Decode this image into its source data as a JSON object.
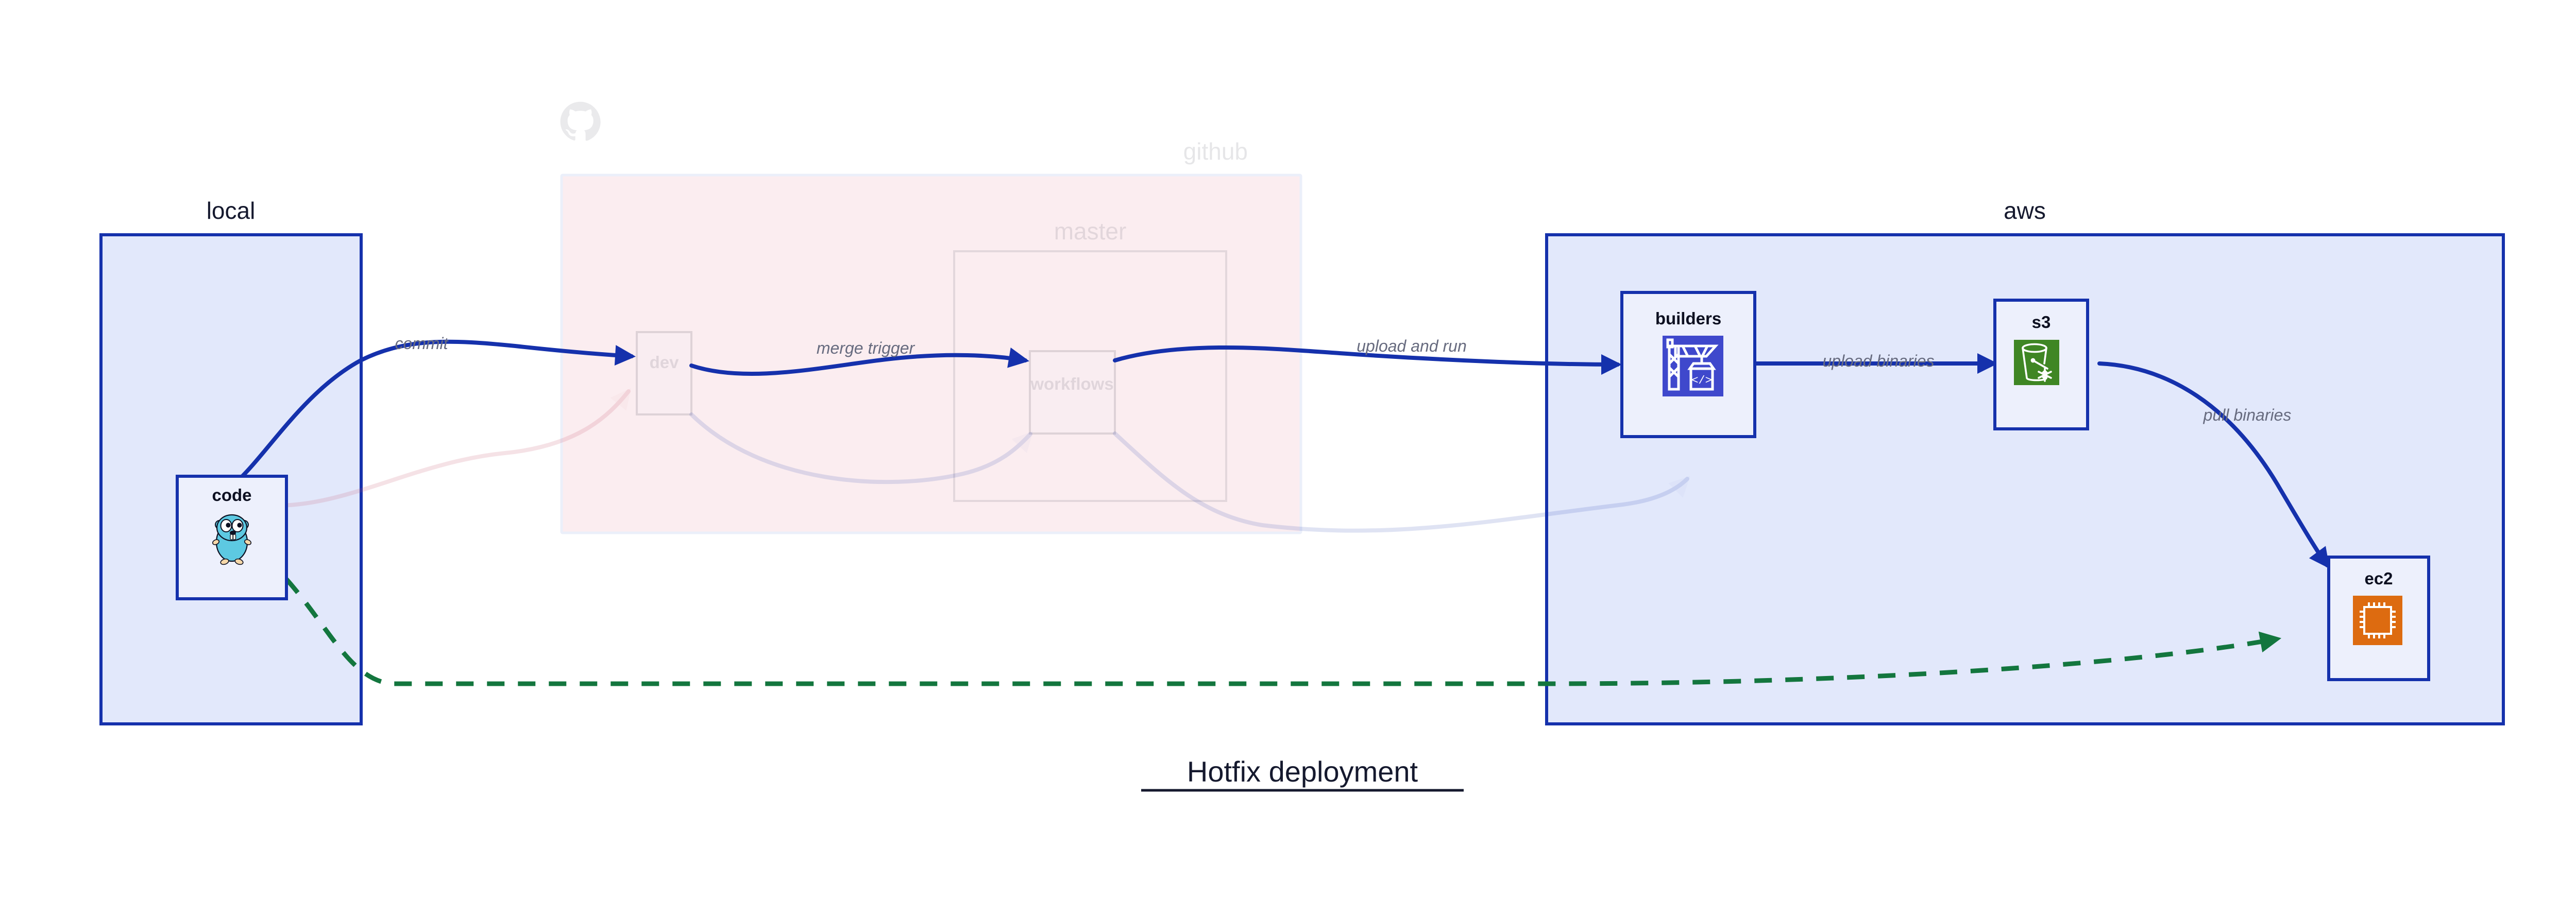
{
  "diagram": {
    "title": "Hotfix deployment",
    "background_color": "#ffffff"
  },
  "groups": [
    {
      "id": "local",
      "label": "local",
      "state": "active",
      "fill": "#e2e8fb",
      "stroke": "#1531ac"
    },
    {
      "id": "github",
      "label": "github",
      "state": "ghost",
      "fill": "#fae3e8",
      "stroke": "#e0e6f7",
      "icon": "github-octocat-icon",
      "subgroups": [
        {
          "id": "master",
          "label": "master",
          "state": "ghost"
        }
      ]
    },
    {
      "id": "aws",
      "label": "aws",
      "state": "active",
      "fill": "#e2e8fb",
      "stroke": "#1531ac"
    }
  ],
  "nodes": [
    {
      "id": "code",
      "label": "code",
      "group": "local",
      "state": "active",
      "icon": "go-gopher-icon"
    },
    {
      "id": "dev",
      "label": "dev",
      "group": "github",
      "state": "ghost",
      "icon": "none"
    },
    {
      "id": "workflows",
      "label": "workflows",
      "group": "master",
      "state": "ghost",
      "icon": "none"
    },
    {
      "id": "builders",
      "label": "builders",
      "group": "aws",
      "state": "active",
      "icon": "aws-codebuild-crane-icon",
      "icon_color": "#3f48cc"
    },
    {
      "id": "s3",
      "label": "s3",
      "group": "aws",
      "state": "active",
      "icon": "aws-s3-glacier-bucket-icon",
      "icon_color": "#3f8624"
    },
    {
      "id": "ec2",
      "label": "ec2",
      "group": "aws",
      "state": "active",
      "icon": "aws-ec2-chip-icon",
      "icon_color": "#dd6b10"
    }
  ],
  "edges": [
    {
      "id": "commit",
      "from": "code",
      "to": "dev",
      "label": "commit",
      "style": "solid",
      "color": "#1531ac"
    },
    {
      "id": "merge-trigger",
      "from": "dev",
      "to": "workflows",
      "label": "merge trigger",
      "style": "solid",
      "color": "#1531ac"
    },
    {
      "id": "upload-and-run",
      "from": "workflows",
      "to": "builders",
      "label": "upload and run",
      "style": "solid",
      "color": "#1531ac"
    },
    {
      "id": "upload-binaries",
      "from": "builders",
      "to": "s3",
      "label": "upload binaries",
      "style": "solid",
      "color": "#1531ac"
    },
    {
      "id": "pull-binaries",
      "from": "s3",
      "to": "ec2",
      "label": "pull binaries",
      "style": "solid",
      "color": "#1531ac"
    },
    {
      "id": "hotfix-direct",
      "from": "code",
      "to": "ec2",
      "label": "",
      "style": "dashed",
      "color": "#13763e"
    },
    {
      "id": "ghost-code-dev",
      "from": "code",
      "to": "dev",
      "label": "",
      "style": "ghost-pink",
      "color": "#c8506a"
    },
    {
      "id": "ghost-dev-workflows",
      "from": "dev",
      "to": "workflows",
      "label": "",
      "style": "ghost-blue",
      "color": "#1531ac"
    },
    {
      "id": "ghost-workflows-builders",
      "from": "workflows",
      "to": "builders",
      "label": "",
      "style": "ghost-blue",
      "color": "#1531ac"
    }
  ],
  "colors": {
    "container_fill_active": "#e2e8fb",
    "container_fill_ghost": "#fae3e8",
    "node_fill": "#edf0fc",
    "stroke_blue": "#1531ac",
    "label_gray": "#676b7f",
    "text_dark": "#15192e",
    "dashed_green": "#13763e",
    "gopher_body": "#5dc9e2",
    "codebuild_blue": "#3f48cc",
    "s3_green": "#3f8624",
    "ec2_orange": "#dd6b10"
  }
}
